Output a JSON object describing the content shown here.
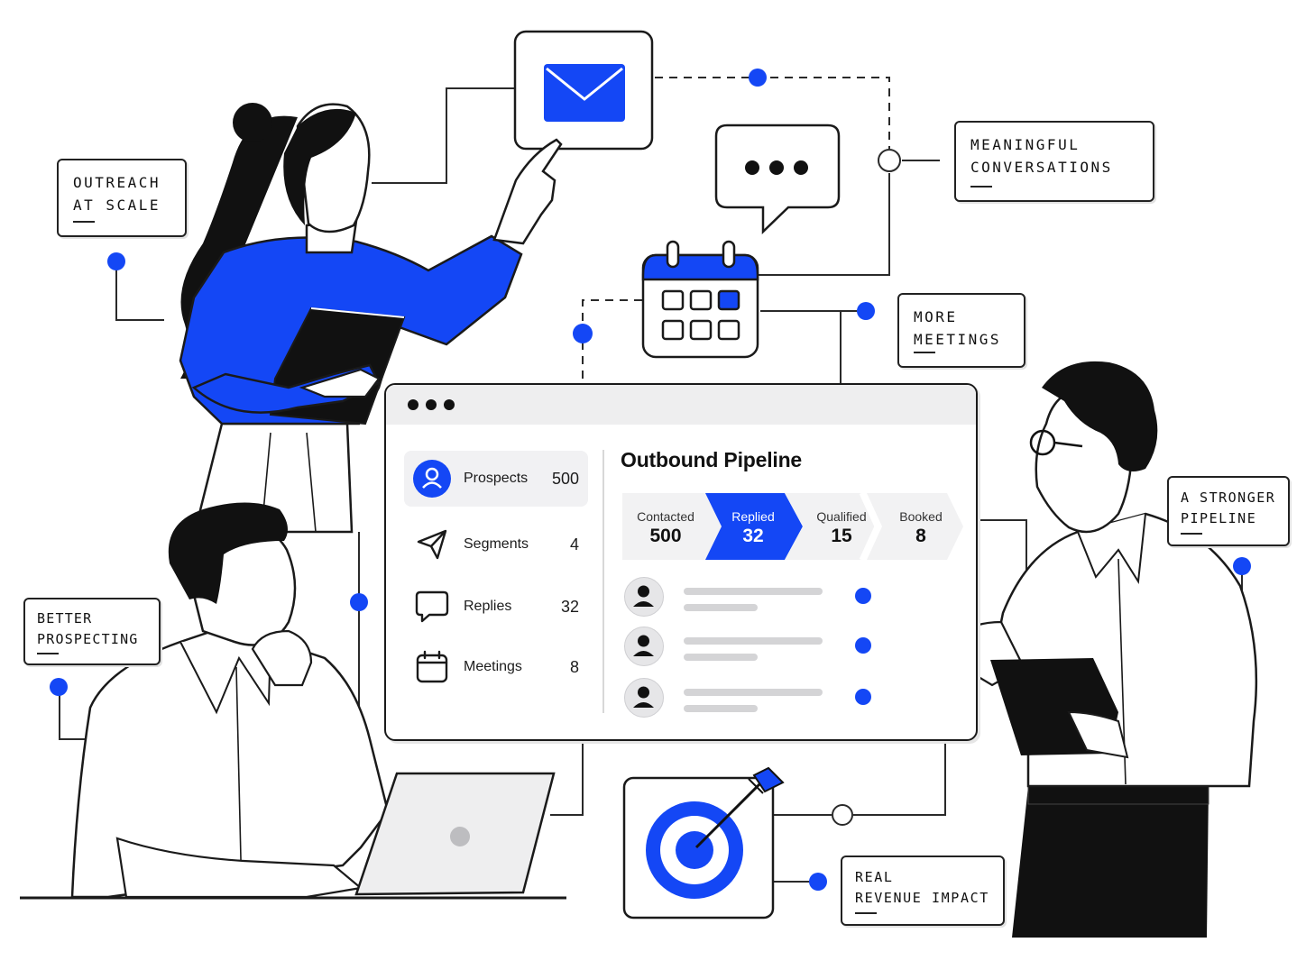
{
  "colors": {
    "accent": "#1447F5",
    "ink": "#111111",
    "panel": "#EEEEEF",
    "muted": "#D4D4D6"
  },
  "labels": {
    "outreach": [
      "OUTREACH",
      "AT SCALE"
    ],
    "conversations": [
      "MEANINGFUL",
      "CONVERSATIONS"
    ],
    "meetings": [
      "MORE",
      "MEETINGS"
    ],
    "pipeline": [
      "A STRONGER",
      "PIPELINE"
    ],
    "prospecting": [
      "BETTER",
      "PROSPECTING"
    ],
    "revenue": [
      "REAL",
      "REVENUE IMPACT"
    ]
  },
  "icons": [
    "envelope-icon",
    "chat-bubble-icon",
    "calendar-icon",
    "target-icon"
  ],
  "window": {
    "title": "Outbound Pipeline",
    "sidebar": [
      {
        "label": "Prospects",
        "count": "500",
        "icon": "user-circle-icon",
        "active": true
      },
      {
        "label": "Segments",
        "count": "4",
        "icon": "send-icon",
        "active": false
      },
      {
        "label": "Replies",
        "count": "32",
        "icon": "chat-icon",
        "active": false
      },
      {
        "label": "Meetings",
        "count": "8",
        "icon": "calendar-icon",
        "active": false
      }
    ],
    "stages": [
      {
        "label": "Contacted",
        "value": "500",
        "active": false
      },
      {
        "label": "Replied",
        "value": "32",
        "active": true
      },
      {
        "label": "Qualified",
        "value": "15",
        "active": false
      },
      {
        "label": "Booked",
        "value": "8",
        "active": false
      }
    ],
    "rows": 3
  }
}
